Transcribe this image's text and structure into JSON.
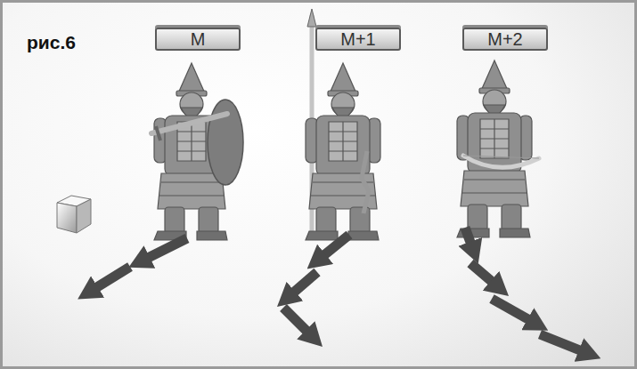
{
  "diagram": {
    "title": "рис.6",
    "nodes": [
      {
        "text": [
          "M"
        ]
      },
      {
        "text": [
          "M+1"
        ]
      },
      {
        "text": [
          "M+2"
        ]
      }
    ]
  }
}
